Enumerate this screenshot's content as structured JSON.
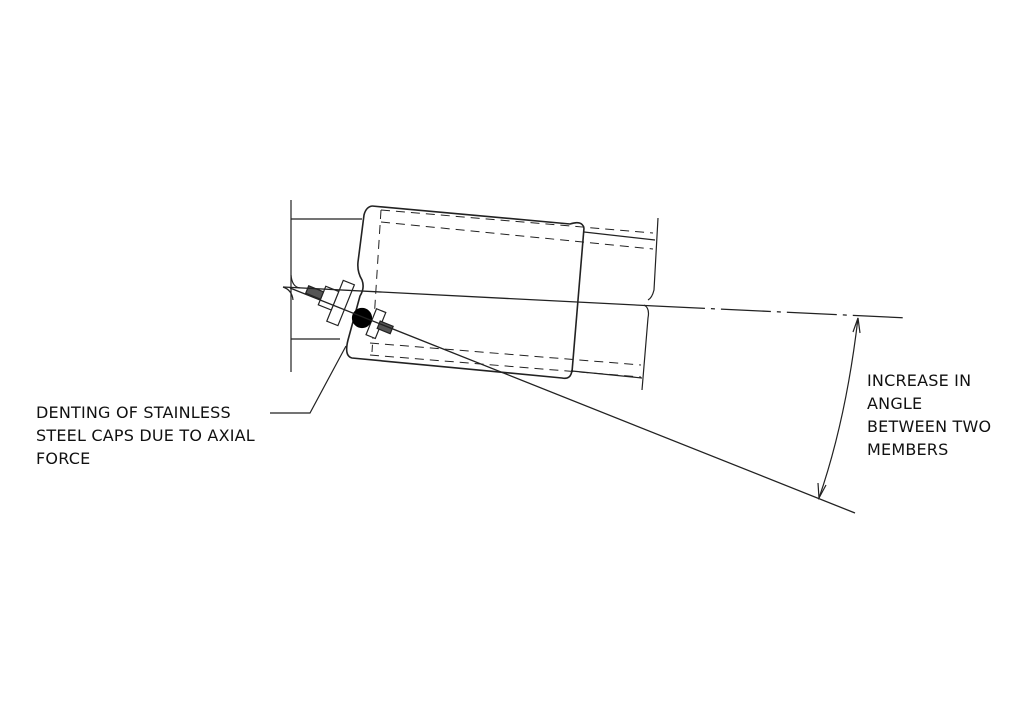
{
  "annotations": {
    "denting": [
      "DENTING OF STAINLESS",
      "STEEL CAPS DUE TO AXIAL",
      "FORCE"
    ],
    "angle": [
      "INCREASE IN",
      "ANGLE",
      "BETWEEN TWO",
      "MEMBERS"
    ]
  },
  "colors": {
    "line": "#222222",
    "background": "#ffffff"
  }
}
